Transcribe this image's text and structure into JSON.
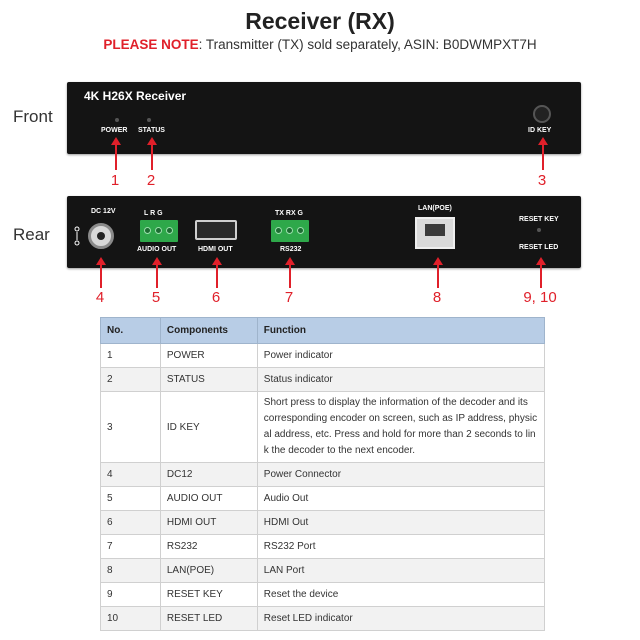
{
  "header": {
    "title": "Receiver (RX)",
    "note_label": "PLEASE NOTE",
    "note_text": ": Transmitter (TX) sold separately, ASIN: B0DWMPXT7H"
  },
  "front": {
    "side_label": "Front",
    "device_title": "4K H26X Receiver",
    "labels": {
      "power": "POWER",
      "status": "STATUS",
      "id_key": "ID KEY"
    },
    "callouts": [
      "1",
      "2",
      "3"
    ]
  },
  "rear": {
    "side_label": "Rear",
    "labels": {
      "dc": "DC 12V",
      "audio_lrg": "L   R   G",
      "audio_out": "AUDIO OUT",
      "hdmi_out": "HDMI OUT",
      "rs232_pins": "TX  RX  G",
      "rs232": "RS232",
      "lan": "LAN(POE)",
      "reset_key": "RESET KEY",
      "reset_led": "RESET LED"
    },
    "callouts": [
      "4",
      "5",
      "6",
      "7",
      "8",
      "9, 10"
    ]
  },
  "table": {
    "headers": [
      "No.",
      "Components",
      "Function"
    ],
    "rows": [
      {
        "no": "1",
        "component": "POWER",
        "function": "Power indicator"
      },
      {
        "no": "2",
        "component": "STATUS",
        "function": "Status indicator"
      },
      {
        "no": "3",
        "component": "ID KEY",
        "function": "Short press to display the information of the decoder and its corresponding encoder on screen, such as IP address, physic al address, etc.  Press and hold for more than 2 seconds to lin k the decoder to the next encoder."
      },
      {
        "no": "4",
        "component": "DC12",
        "function": "Power Connector"
      },
      {
        "no": "5",
        "component": "AUDIO OUT",
        "function": "Audio Out"
      },
      {
        "no": "6",
        "component": "HDMI OUT",
        "function": "HDMI Out"
      },
      {
        "no": "7",
        "component": "RS232",
        "function": "RS232 Port"
      },
      {
        "no": "8",
        "component": "LAN(POE)",
        "function": "LAN Port"
      },
      {
        "no": "9",
        "component": "RESET KEY",
        "function": "Reset the device"
      },
      {
        "no": "10",
        "component": "RESET LED",
        "function": "Reset LED indicator"
      }
    ]
  },
  "colors": {
    "accent_red": "#e0202a",
    "table_header": "#b8cde6",
    "device": "#141414"
  }
}
